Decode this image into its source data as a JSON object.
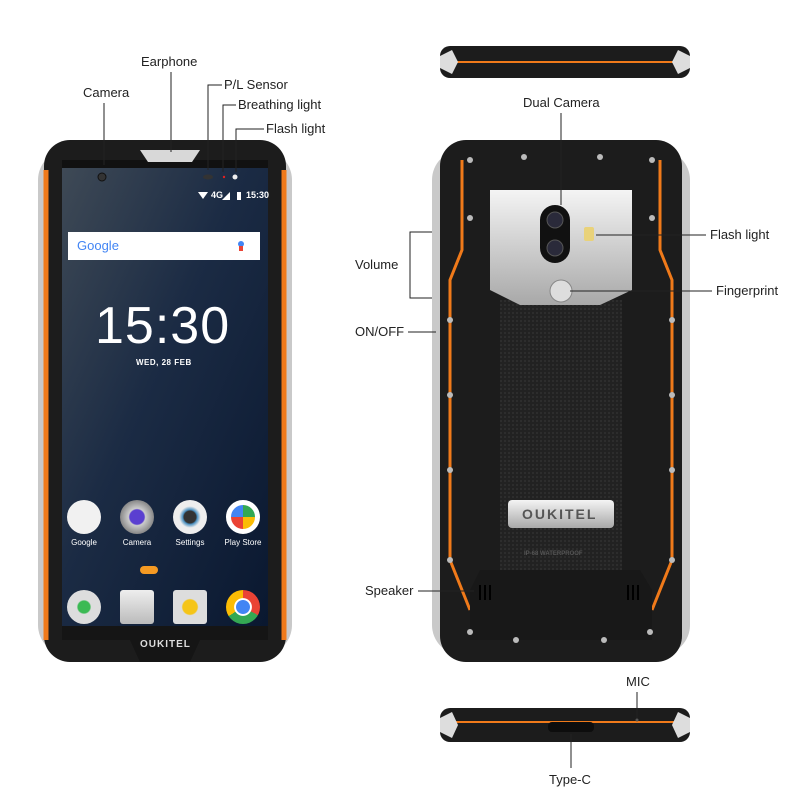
{
  "labels": {
    "earphone": "Earphone",
    "camera": "Camera",
    "pl_sensor": "P/L Sensor",
    "breathing_light": "Breathing light",
    "flash_light_front": "Flash light",
    "dual_camera": "Dual Camera",
    "flash_light_back": "Flash light",
    "fingerprint": "Fingerprint",
    "volume": "Volume",
    "on_off": "ON/OFF",
    "speaker": "Speaker",
    "mic": "MIC",
    "type_c": "Type-C"
  },
  "screen": {
    "status_network": "4G",
    "status_time": "15:30",
    "search_logo": "Google",
    "clock": "15:30",
    "date": "WED, 28 FEB",
    "apps": [
      {
        "label": "Google",
        "icon": "google-folder-icon"
      },
      {
        "label": "Camera",
        "icon": "camera-app-icon"
      },
      {
        "label": "Settings",
        "icon": "gear-icon"
      },
      {
        "label": "Play Store",
        "icon": "play-store-icon"
      }
    ],
    "dock": [
      "phone-icon",
      "contacts-icon",
      "messages-icon",
      "chrome-icon"
    ]
  },
  "brand": {
    "logo": "OUKITEL",
    "back_rating": "IP-68  WATERPROOF"
  },
  "colors": {
    "accent_orange": "#f07a1a",
    "body_black": "#1c1c1c",
    "screen_blue": "#0d1f3a"
  }
}
